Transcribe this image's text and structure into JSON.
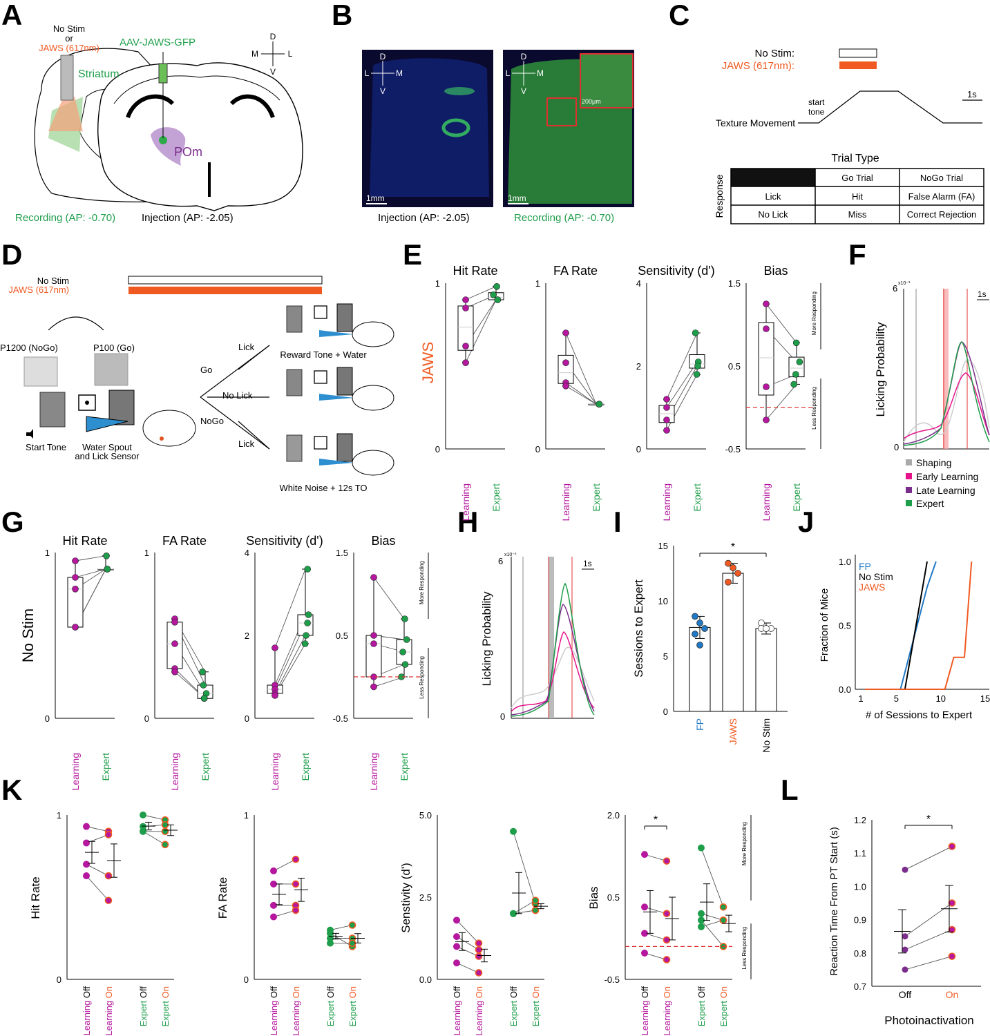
{
  "colors": {
    "learning": "#b5179e",
    "expert": "#1e9e4a",
    "jaws": "#f05a22",
    "fp": "#2178c4",
    "nostim": "#000000",
    "lateLearning": "#7b2d8b",
    "shaping": "#aaaaaa",
    "earlyLearning": "#e6138a",
    "red": "#e03030"
  },
  "panel_labels": [
    "A",
    "B",
    "C",
    "D",
    "E",
    "F",
    "G",
    "H",
    "I",
    "J",
    "K",
    "L"
  ],
  "panelA": {
    "stim_line1": "No Stim",
    "stim_line2": "or",
    "stim_jaws": "JAWS (617nm)",
    "virus": "AAV-JAWS-GFP",
    "striatum": "Striatum",
    "pom": "POm",
    "recording": "Recording (AP: -0.70)",
    "injection": "Injection (AP: -2.05)",
    "compass": {
      "d": "D",
      "v": "V",
      "m": "M",
      "l": "L"
    }
  },
  "panelB": {
    "scale1": "1mm",
    "scale2": "1mm",
    "scale_inset": "200μm",
    "cap1": "Injection (AP: -2.05)",
    "cap2": "Recording (AP: -0.70)",
    "compass1": {
      "d": "D",
      "v": "V",
      "l": "L",
      "m": "M"
    },
    "compass2": {
      "d": "D",
      "v": "V",
      "l": "L",
      "m": "M"
    }
  },
  "panelC": {
    "nostim": "No Stim:",
    "jaws": "JAWS (617nm):",
    "start_tone_1": "start",
    "start_tone_2": "tone",
    "texture": "Texture Movement",
    "scale": "1s",
    "trial_type": "Trial Type",
    "response": "Response",
    "table": {
      "header": [
        "",
        "Go Trial",
        "NoGo Trial"
      ],
      "rows": [
        [
          "Lick",
          "Hit",
          "False Alarm (FA)"
        ],
        [
          "No Lick",
          "Miss",
          "Correct Rejection"
        ]
      ]
    }
  },
  "panelD": {
    "nostim": "No Stim",
    "jaws": "JAWS (617nm)",
    "p1200": "P1200 (NoGo)",
    "p100": "P100 (Go)",
    "start_tone": "Start Tone",
    "spout1": "Water Spout",
    "spout2": "and Lick Sensor",
    "go": "Go",
    "nogo": "NoGo",
    "lick_top": "Lick",
    "nolick": "No Lick",
    "lick_bottom": "Lick",
    "reward": "Reward Tone + Water",
    "noise": "White Noise + 12s TO"
  },
  "panelE": {
    "row_label": "JAWS",
    "titles": [
      "Hit Rate",
      "FA Rate",
      "Sensitivity (d')",
      "Bias"
    ],
    "x_labels": [
      "Learning",
      "Expert"
    ],
    "more": "More Responding",
    "less": "Less Responding",
    "yticks": [
      [
        "1",
        "0"
      ],
      [
        "1",
        "0"
      ],
      [
        "4",
        "2",
        "0"
      ],
      [
        "1.5",
        "0.5",
        "-0.5"
      ]
    ]
  },
  "panelF": {
    "ytick_top": "6",
    "ytick_exp": "x10⁻³",
    "ytick_bottom": "0",
    "ylabel": "Licking Probability",
    "scale": "1s",
    "legend": [
      "Shaping",
      "Early Learning",
      "Late Learning",
      "Expert"
    ]
  },
  "panelG": {
    "row_label": "No Stim",
    "titles": [
      "Hit Rate",
      "FA Rate",
      "Sensitivity (d')",
      "Bias"
    ],
    "x_labels": [
      "Learning",
      "Expert"
    ],
    "more": "More Responding",
    "less": "Less Responding",
    "yticks": [
      [
        "1",
        "0"
      ],
      [
        "1",
        "0"
      ],
      [
        "4",
        "2",
        "0"
      ],
      [
        "1.5",
        "0.5",
        "-0.5"
      ]
    ]
  },
  "panelH": {
    "ytick_top": "6",
    "ytick_exp": "x10⁻³",
    "ytick_bottom": "0",
    "ylabel": "Licking Probability",
    "scale": "1s"
  },
  "panelI": {
    "ylabel": "Sessions to Expert",
    "yticks": [
      "15",
      "10",
      "5",
      "0"
    ],
    "categories": [
      "FP",
      "JAWS",
      "No Stim"
    ],
    "sig": "*"
  },
  "panelJ": {
    "legend": [
      "FP",
      "No Stim",
      "JAWS"
    ],
    "ylabel": "Fraction of Mice",
    "xlabel": "# of Sessions to Expert",
    "yticks": [
      "1.0",
      "0.5",
      "0.0"
    ],
    "xticks": [
      "1",
      "5",
      "10",
      "15"
    ]
  },
  "panelK": {
    "ylabels": [
      "Hit Rate",
      "FA Rate",
      "Senstivity (d')",
      "Bias"
    ],
    "yticks": [
      [
        "1",
        "0"
      ],
      [
        "1",
        "0"
      ],
      [
        "5.0",
        "2.5",
        "0.0"
      ],
      [
        "2.0",
        "0.5",
        "-0.5"
      ]
    ],
    "x_groups": [
      "Learning",
      "Learning",
      "Expert",
      "Expert"
    ],
    "x_conds": [
      "Off",
      "On",
      "Off",
      "On"
    ],
    "more": "More Responding",
    "less": "Less Responding",
    "sig": "*"
  },
  "panelL": {
    "ylabel": "Reaction Time From PT Start (s)",
    "xlabel": "Photoinactivation",
    "yticks": [
      "1.2",
      "1.1",
      "1.0",
      "0.9",
      "0.8",
      "0.7"
    ],
    "categories": [
      "Off",
      "On"
    ],
    "sig": "*"
  },
  "chart_data": [
    {
      "id": "E",
      "type": "scatter",
      "groups": [
        "Learning",
        "Expert"
      ],
      "subplots": [
        {
          "title": "Hit Rate",
          "ylim": [
            0,
            1
          ],
          "learning": [
            0.9,
            0.85,
            0.62,
            0.52
          ],
          "expert": [
            0.98,
            0.93,
            0.9,
            0.9
          ]
        },
        {
          "title": "FA Rate",
          "ylim": [
            0,
            1
          ],
          "learning": [
            0.7,
            0.52,
            0.4,
            0.38
          ],
          "expert": [
            0.27,
            0.27,
            0.27,
            0.27
          ]
        },
        {
          "title": "Sensitivity (d')",
          "ylim": [
            0,
            4
          ],
          "learning": [
            1.2,
            1.0,
            0.7,
            0.45
          ],
          "expert": [
            2.8,
            2.1,
            2.0,
            1.8
          ]
        },
        {
          "title": "Bias",
          "ylim": [
            -0.5,
            1.5
          ],
          "learning": [
            1.25,
            0.95,
            0.25,
            -0.15
          ],
          "expert": [
            0.78,
            0.55,
            0.4,
            0.28
          ]
        }
      ]
    },
    {
      "id": "G",
      "type": "scatter",
      "groups": [
        "Learning",
        "Expert"
      ],
      "subplots": [
        {
          "title": "Hit Rate",
          "ylim": [
            0,
            1
          ],
          "learning": [
            0.95,
            0.85,
            0.78,
            0.55,
            0.55
          ],
          "expert": [
            0.98,
            0.9,
            0.9,
            0.9,
            0.9
          ]
        },
        {
          "title": "FA Rate",
          "ylim": [
            0,
            1
          ],
          "learning": [
            0.6,
            0.58,
            0.45,
            0.3,
            0.28
          ],
          "expert": [
            0.28,
            0.2,
            0.15,
            0.12,
            0.12
          ]
        },
        {
          "title": "Sensitivity (d')",
          "ylim": [
            0,
            4
          ],
          "learning": [
            1.7,
            0.8,
            0.7,
            0.6,
            0.55
          ],
          "expert": [
            3.6,
            2.5,
            2.3,
            2.0,
            1.8
          ]
        },
        {
          "title": "Bias",
          "ylim": [
            -0.5,
            1.5
          ],
          "learning": [
            1.2,
            0.5,
            0.4,
            0.0,
            -0.12
          ],
          "expert": [
            0.7,
            0.45,
            0.3,
            0.15,
            0.0
          ]
        }
      ]
    },
    {
      "id": "I",
      "type": "bar",
      "categories": [
        "FP",
        "JAWS",
        "No Stim"
      ],
      "values": [
        7.6,
        12.5,
        7.5
      ],
      "errors": [
        1.0,
        0.9,
        0.5
      ],
      "ylim": [
        0,
        15
      ],
      "points": [
        [
          8.6,
          8.0,
          7.5,
          7.0,
          6.0
        ],
        [
          13.4,
          13.0,
          12.5,
          11.7
        ],
        [
          8.0,
          7.5,
          7.5,
          7.5,
          7.5
        ]
      ]
    },
    {
      "id": "J",
      "type": "line",
      "xlim": [
        1,
        15
      ],
      "ylim": [
        0,
        1
      ],
      "series": [
        {
          "name": "FP",
          "x": [
            1,
            5,
            8,
            9
          ],
          "y": [
            0,
            0,
            0.8,
            1.0
          ]
        },
        {
          "name": "No Stim",
          "x": [
            1,
            5.5,
            8
          ],
          "y": [
            0,
            0,
            1.0
          ]
        },
        {
          "name": "JAWS",
          "x": [
            1,
            10,
            11,
            11.2,
            12.2,
            13
          ],
          "y": [
            0,
            0,
            0.25,
            0.25,
            0.25,
            1.0
          ]
        }
      ]
    },
    {
      "id": "K",
      "type": "scatter",
      "categories": [
        "Learning Off",
        "Learning On",
        "Expert Off",
        "Expert On"
      ],
      "subplots": [
        {
          "ylabel": "Hit Rate",
          "ylim": [
            0,
            1
          ],
          "pairs": [
            [
              [
                0.93,
                0.9
              ],
              [
                0.83,
                0.88
              ],
              [
                0.7,
                0.63
              ],
              [
                0.63,
                0.48
              ]
            ],
            [
              [
                1.0,
                0.97
              ],
              [
                0.93,
                0.94
              ],
              [
                0.9,
                0.9
              ],
              [
                0.9,
                0.82
              ]
            ]
          ]
        },
        {
          "ylabel": "FA Rate",
          "ylim": [
            0,
            1
          ],
          "pairs": [
            [
              [
                0.66,
                0.73
              ],
              [
                0.58,
                0.58
              ],
              [
                0.45,
                0.45
              ],
              [
                0.38,
                0.42
              ]
            ],
            [
              [
                0.3,
                0.33
              ],
              [
                0.28,
                0.2
              ],
              [
                0.25,
                0.25
              ],
              [
                0.22,
                0.22
              ]
            ]
          ]
        },
        {
          "ylabel": "Senstivity (d')",
          "ylim": [
            0,
            5
          ],
          "pairs": [
            [
              [
                1.8,
                1.1
              ],
              [
                1.3,
                0.9
              ],
              [
                1.0,
                0.7
              ],
              [
                0.5,
                0.2
              ]
            ],
            [
              [
                4.5,
                2.3
              ],
              [
                2.0,
                2.4
              ],
              [
                2.0,
                2.1
              ],
              [
                2.0,
                2.1
              ]
            ]
          ]
        },
        {
          "ylabel": "Bias",
          "ylim": [
            -0.5,
            2.0
          ],
          "pairs": [
            [
              [
                1.4,
                1.3
              ],
              [
                0.6,
                0.5
              ],
              [
                0.2,
                0.1
              ],
              [
                -0.1,
                -0.2
              ]
            ],
            [
              [
                1.5,
                0.6
              ],
              [
                0.5,
                0.4
              ],
              [
                0.3,
                0.4
              ],
              [
                0.4,
                0.0
              ]
            ]
          ]
        }
      ]
    },
    {
      "id": "L",
      "type": "scatter",
      "categories": [
        "Off",
        "On"
      ],
      "ylim": [
        0.7,
        1.2
      ],
      "pairs": [
        [
          1.05,
          1.12
        ],
        [
          0.85,
          0.95
        ],
        [
          0.81,
          0.87
        ],
        [
          0.75,
          0.79
        ]
      ],
      "means": [
        0.865,
        0.933
      ],
      "sems": [
        0.065,
        0.07
      ]
    }
  ]
}
